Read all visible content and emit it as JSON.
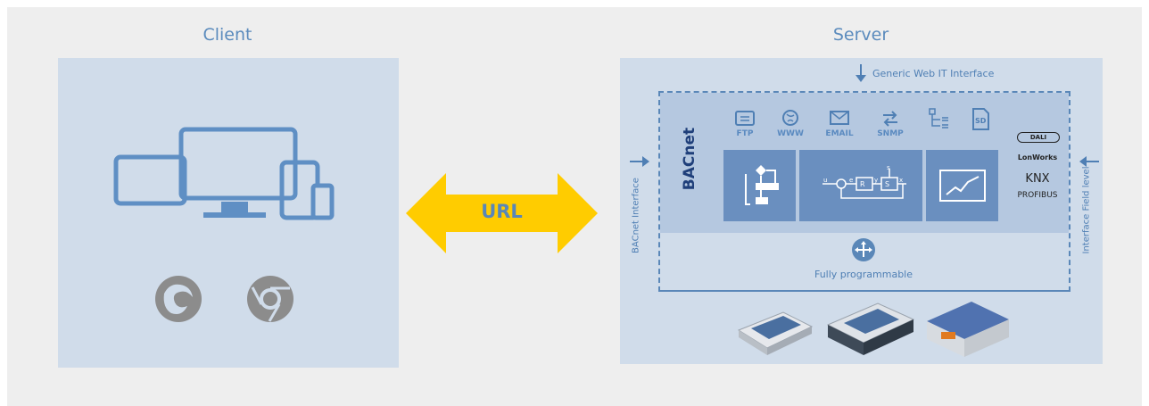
{
  "client": {
    "title": "Client"
  },
  "server": {
    "title": "Server"
  },
  "arrow": {
    "label": "URL"
  },
  "interfaces": {
    "top": "Generic Web IT Interface",
    "left": "BACnet Interface",
    "right": "Interface Field level"
  },
  "bacnet_logo": "BACnet",
  "protocols": [
    {
      "label": "FTP",
      "icon": "folder-icon"
    },
    {
      "label": "WWW",
      "icon": "globe-icon"
    },
    {
      "label": "EMAIL",
      "icon": "envelope-icon"
    },
    {
      "label": "SNMP",
      "icon": "transfer-icon"
    },
    {
      "label": "",
      "icon": "tree-icon"
    },
    {
      "label": "",
      "icon": "sd-card-icon"
    }
  ],
  "field_protocols": {
    "dali": "DALI",
    "lonworks": "LonWorks",
    "knx": "KNX",
    "profibus": "PROFIBUS"
  },
  "controller": {
    "labels": [
      "u",
      "e",
      "R",
      "y",
      "S",
      "x",
      "s"
    ]
  },
  "programmable": {
    "label": "Fully programmable"
  },
  "colors": {
    "panel": "#d0dcea",
    "tile": "#6a8fbf",
    "accent": "#4f7fb4",
    "arrow": "#ffcc00",
    "icon_gray": "#8c8c8c"
  }
}
